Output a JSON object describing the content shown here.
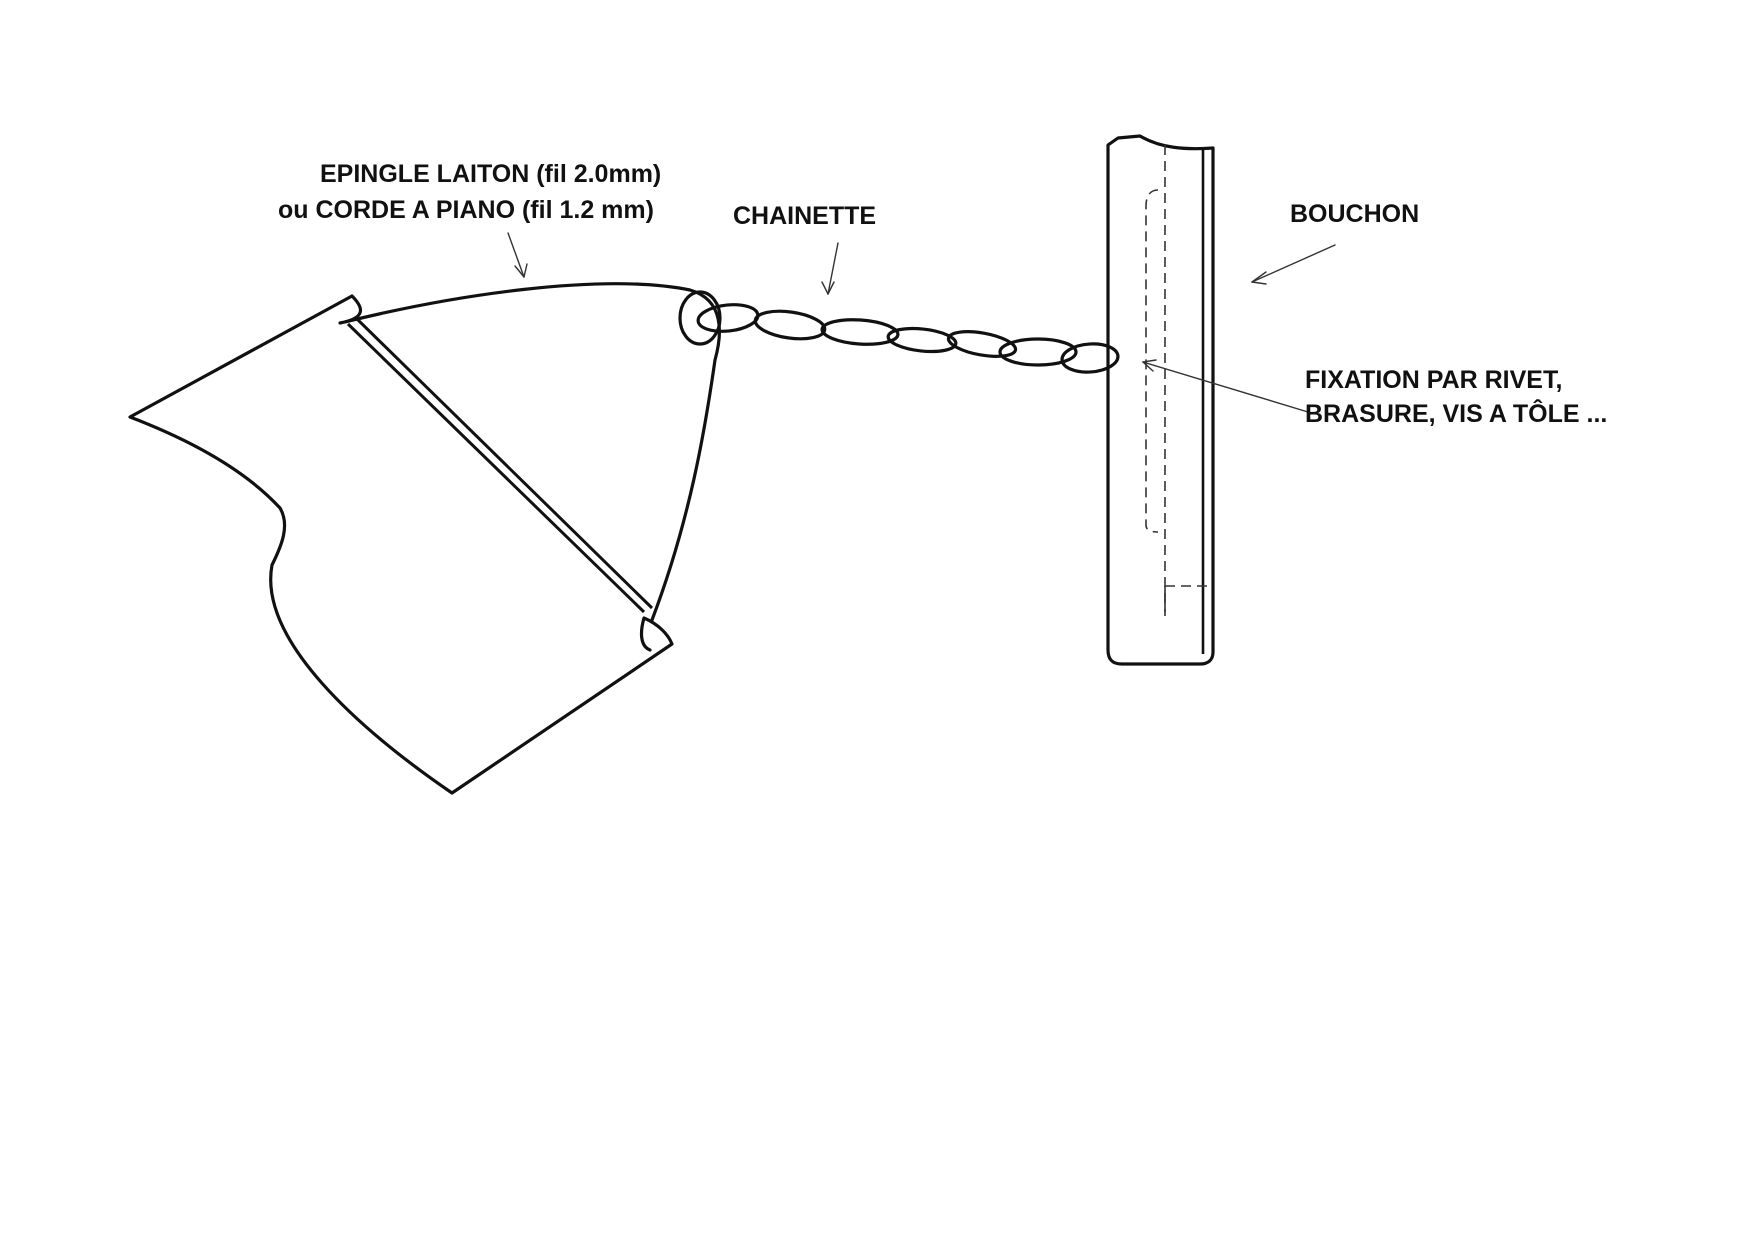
{
  "labels": {
    "pin_line1": "EPINGLE LAITON (fil 2.0mm)",
    "pin_line2": "ou CORDE A PIANO (fil 1.2 mm)",
    "chain": "CHAINETTE",
    "cap": "BOUCHON",
    "fix_line1": "FIXATION PAR RIVET,",
    "fix_line2": "BRASURE, VIS A TÔLE ..."
  },
  "colors": {
    "ink": "#111111",
    "pencil": "#333333",
    "background": "#ffffff"
  }
}
